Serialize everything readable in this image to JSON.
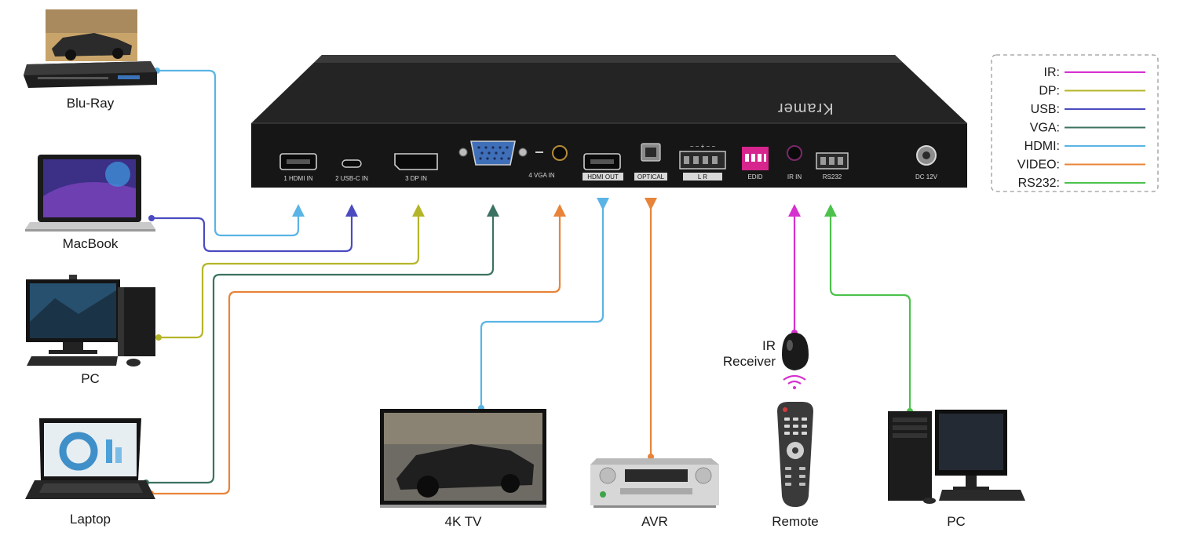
{
  "colors": {
    "ir": "#d630d0",
    "dp": "#b5b52a",
    "usb": "#4b4bbf",
    "vga": "#3c7262",
    "hdmi": "#5ab4e6",
    "video": "#e8843a",
    "rs232": "#4cc24c"
  },
  "legend": [
    {
      "label": "IR:",
      "color_key": "ir"
    },
    {
      "label": "DP:",
      "color_key": "dp"
    },
    {
      "label": "USB:",
      "color_key": "usb"
    },
    {
      "label": "VGA:",
      "color_key": "vga"
    },
    {
      "label": "HDMI:",
      "color_key": "hdmi"
    },
    {
      "label": "VIDEO:",
      "color_key": "video"
    },
    {
      "label": "RS232:",
      "color_key": "rs232"
    }
  ],
  "devices": {
    "bluray": "Blu-Ray",
    "macbook": "MacBook",
    "pc_left": "PC",
    "laptop": "Laptop",
    "tv": "4K TV",
    "avr": "AVR",
    "ir_receiver_line1": "IR",
    "ir_receiver_line2": "Receiver",
    "remote": "Remote",
    "pc_right": "PC"
  },
  "unit": {
    "brand": "Kramer",
    "ports": {
      "hdmi_in": "1 HDMI IN",
      "usbc_in": "2 USB-C IN",
      "dp_in": "3 DP IN",
      "vga_in": "4 VGA IN",
      "hdmi_out": "HDMI OUT",
      "optical": "OPTICAL",
      "audio": "L    R",
      "edid": "EDID",
      "ir_in": "IR IN",
      "rs232": "RS232",
      "dc": "DC 12V"
    }
  }
}
